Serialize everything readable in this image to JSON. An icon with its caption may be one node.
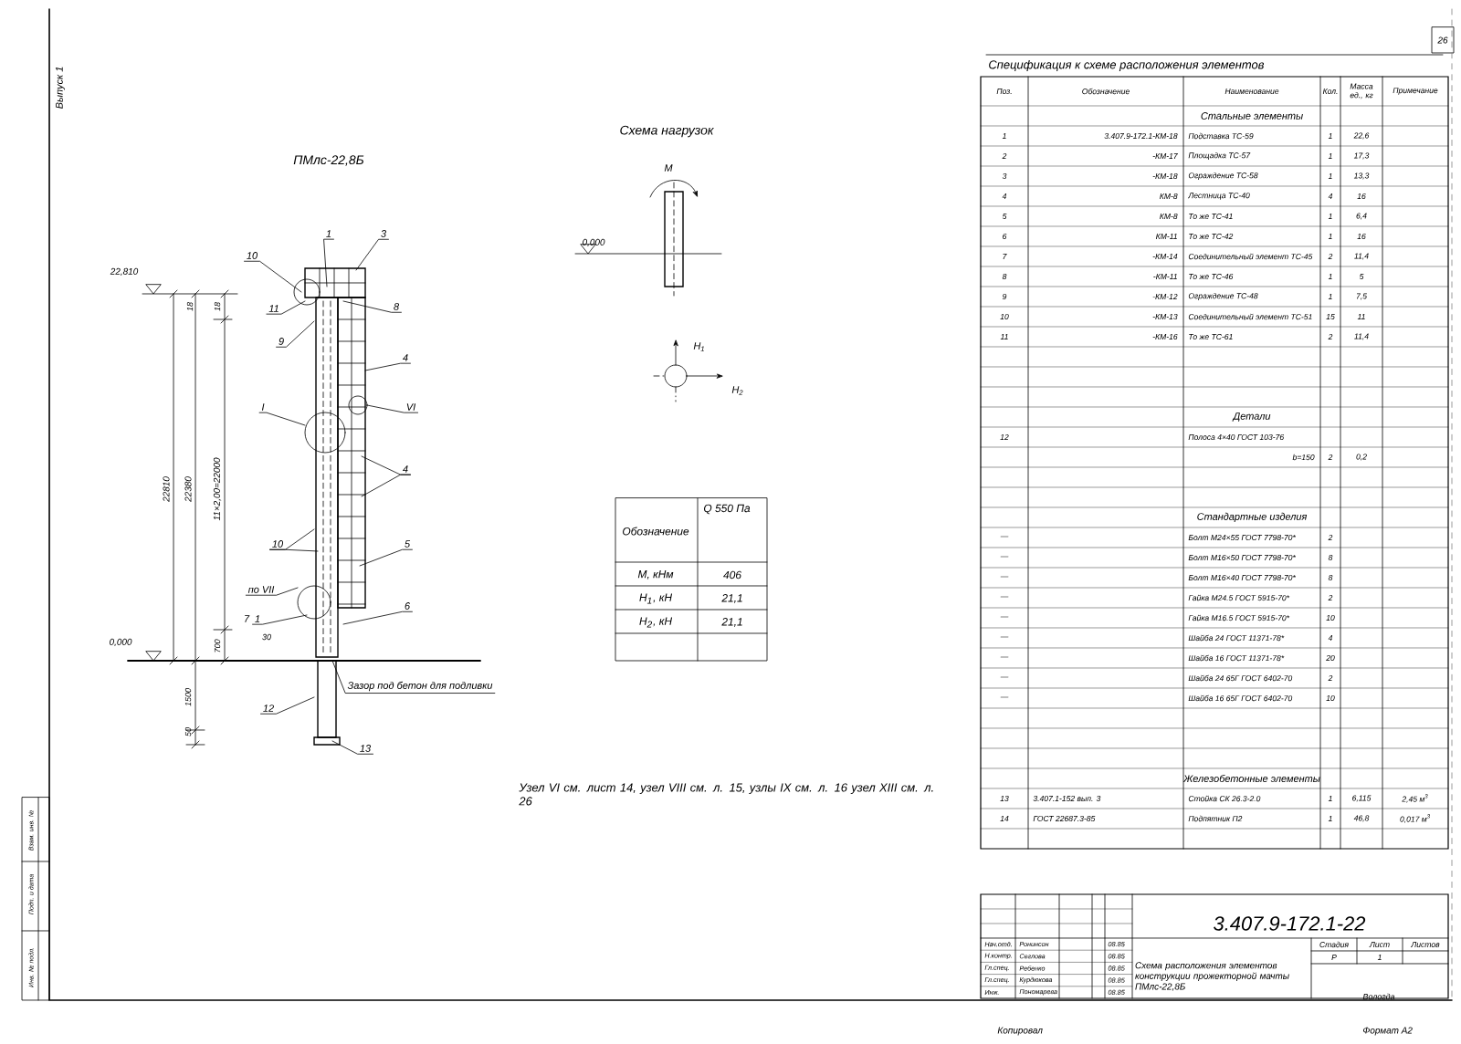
{
  "diagram": {
    "nodes": [
      {
        "text": [
          "3"
        ]
      },
      {
        "text": [
          "1"
        ]
      },
      {
        "text": [
          "10"
        ]
      },
      {
        "text": [
          "8"
        ]
      },
      {
        "text": [
          "11"
        ]
      },
      {
        "text": [
          "9"
        ]
      },
      {
        "text": [
          "4"
        ]
      },
      {
        "text": [
          "VI"
        ]
      },
      {
        "text": [
          "I"
        ]
      },
      {
        "text": [
          "4"
        ]
      },
      {
        "text": [
          "10"
        ]
      },
      {
        "text": [
          "5"
        ]
      },
      {
        "text": [
          "по VII"
        ]
      },
      {
        "text": [
          "7"
        ]
      },
      {
        "text": [
          "1"
        ]
      },
      {
        "text": [
          "6"
        ]
      },
      {
        "text": [
          "12"
        ]
      },
      {
        "text": [
          "13"
        ]
      },
      {
        "text": [
          "Зазор под бетон для подливки"
        ]
      },
      {
        "text": [],
        "shape": "picture"
      }
    ],
    "edges": [
      {
        "from": 0,
        "to": 19,
        "arrow": "none"
      },
      {
        "from": 1,
        "to": 19,
        "arrow": "none"
      },
      {
        "from": 2,
        "to": 19,
        "arrow": "none"
      },
      {
        "from": 3,
        "to": 19,
        "arrow": "none"
      },
      {
        "from": 4,
        "to": 19,
        "arrow": "none"
      },
      {
        "from": 5,
        "to": 19,
        "arrow": "none"
      },
      {
        "from": 6,
        "to": 19,
        "arrow": "none"
      },
      {
        "from": 7,
        "to": 19,
        "arrow": "none"
      },
      {
        "from": 8,
        "to": 19,
        "arrow": "none"
      },
      {
        "from": 9,
        "to": 19,
        "arrow": "none"
      },
      {
        "from": 9,
        "to": 19,
        "arrow": "none"
      },
      {
        "from": 10,
        "to": 19,
        "arrow": "none"
      },
      {
        "from": 10,
        "to": 19,
        "arrow": "none"
      },
      {
        "from": 11,
        "to": 19,
        "arrow": "none"
      },
      {
        "from": 12,
        "to": 19,
        "arrow": "none"
      },
      {
        "from": 14,
        "to": 19,
        "arrow": "none"
      },
      {
        "from": 15,
        "to": 19,
        "arrow": "none"
      },
      {
        "from": 16,
        "to": 19,
        "arrow": "none"
      },
      {
        "from": 17,
        "to": 19,
        "arrow": "none"
      },
      {
        "from": 18,
        "to": 19,
        "arrow": "none"
      }
    ],
    "labels": [
      "Выпуск 1",
      "26",
      "ПМлс-22,8Б",
      "22,810",
      "0,000",
      "22810",
      "22380",
      "11×2,00=22000",
      "18",
      "18",
      "700",
      "30",
      "1500",
      "50",
      "Схема нагрузок",
      "М",
      "0,000",
      "Н$_{1}$",
      "Н$_{2}$",
      "Обозначение",
      "Q 550 Па",
      "М, кНм",
      "406",
      "Н$_{1}$, кН",
      "21,1",
      "Н$_{2}$, кН",
      "21,1",
      "Узел VI см. лист 14, узел VIII см. л. 15, узлы IX см. л. 16 узел XIII см. л. 26",
      "Спецификация к схеме расположения элементов",
      "Поз.",
      "Обозначение",
      "Наименование",
      "Кол.",
      "Масса ед., кг",
      "Примечание",
      "Стальные элементы",
      "1",
      "3.407.9-172.1-КМ-18",
      "Подставка ТС-59",
      "1",
      "22,6",
      "2",
      "-КМ-17",
      "Площадка ТС-57",
      "1",
      "17,3",
      "3",
      "-КМ-18",
      "Ограждение ТС-58",
      "1",
      "13,3",
      "4",
      "КМ-8",
      "Лестница ТС-40",
      "4",
      "16",
      "5",
      "КМ-8",
      "То же ТС-41",
      "1",
      "6,4",
      "6",
      "КМ-11",
      "То же ТС-42",
      "1",
      "16",
      "7",
      "-КМ-14",
      "Соединительный элемент ТС-45",
      "2",
      "11,4",
      "8",
      "-КМ-11",
      "То же ТС-46",
      "1",
      "5",
      "9",
      "-КМ-12",
      "Ограждение ТС-48",
      "1",
      "7,5",
      "10",
      "-КМ-13",
      "Соединительный элемент ТС-51",
      "15",
      "11",
      "11",
      "-КМ-16",
      "То же ТС-61",
      "2",
      "11,4",
      "Детали",
      "12",
      "Полоса 4×40 ГОСТ 103-76",
      "b=150",
      "2",
      "0,2",
      "Стандартные изделия",
      "—",
      "Болт М24×55 ГОСТ 7798-70*",
      "2",
      "—",
      "Болт М16×50 ГОСТ 7798-70*",
      "8",
      "—",
      "Болт М16×40 ГОСТ 7798-70*",
      "8",
      "—",
      "Гайка М24.5 ГОСТ 5915-70*",
      "2",
      "—",
      "Гайка М16.5 ГОСТ 5915-70*",
      "10",
      "—",
      "Шайба 24 ГОСТ 11371-78*",
      "4",
      "—",
      "Шайба 16 ГОСТ 11371-78*",
      "20",
      "—",
      "Шайба 24 65Г ГОСТ 6402-70",
      "2",
      "—",
      "Шайба 16 65Г ГОСТ 6402-70",
      "10",
      "Железобетонные элементы",
      "13",
      "3.407.1-152 вып. 3",
      "Стойка СК 26.3-2.0",
      "1",
      "6,115",
      "2,45 м$^{3}$",
      "14",
      "ГОСТ 22687.3-85",
      "Подпятник П2",
      "1",
      "46,8",
      "0,017 м$^{3}$",
      "3.407.9-172.1-22",
      "Нач.отд.",
      "Ронинсон",
      "08.85",
      "Н.контр.",
      "Сеглова",
      "08.85",
      "Гл.спец.",
      "Ребенко",
      "08.85",
      "Гл.спец.",
      "Курдюкова",
      "08.85",
      "Инж.",
      "Пономарева",
      "08.85",
      "Схема расположения элементов конструкции прожекторной мачты ПМлс-22,8Б",
      "Стадия",
      "Лист",
      "Листов",
      "Р",
      "1",
      "Вологда",
      "Копировал",
      "Формат А2",
      "Инв. № подл.",
      "Подп. и дата",
      "Взам. инв. №"
    ]
  }
}
